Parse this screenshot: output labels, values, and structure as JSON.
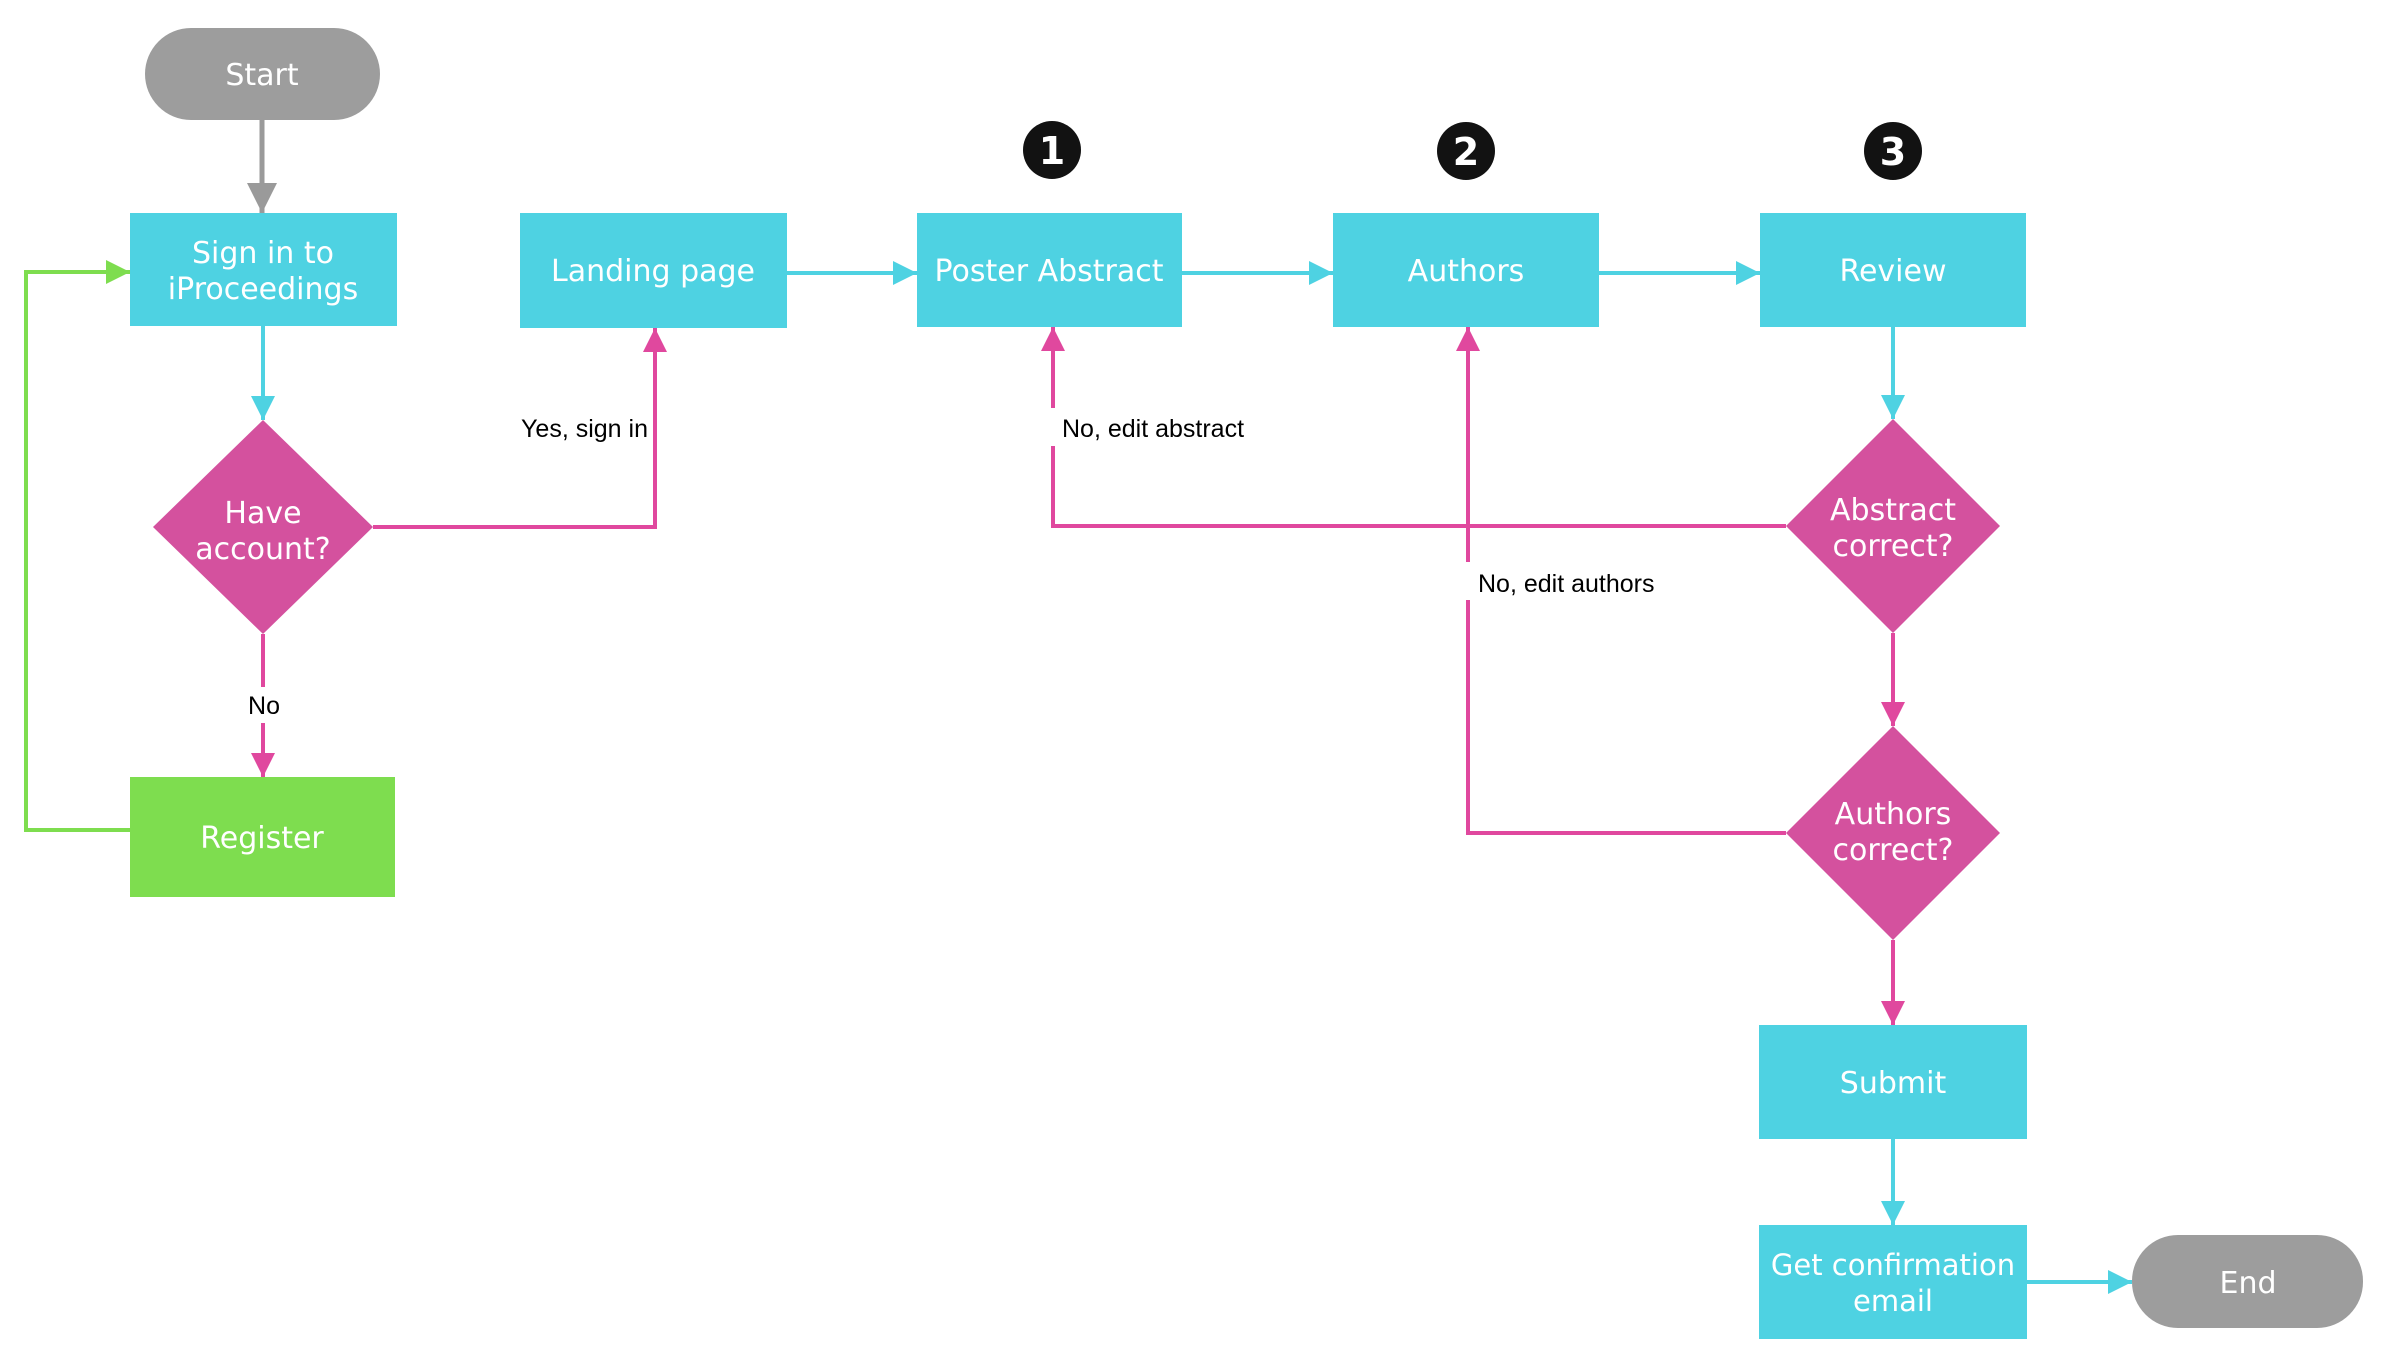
{
  "diagram": {
    "type": "flowchart",
    "colors": {
      "process": "#4ed2e2",
      "decision": "#d4519e",
      "terminator": "#9d9d9d",
      "register": "#7edd4f",
      "badge": "#121212",
      "edge_cyan": "#4ed2e2",
      "edge_pink": "#e0489e",
      "edge_green": "#7edd4f",
      "edge_gray": "#9a9a9a",
      "node_text": "#ffffff",
      "label_text": "#000000"
    },
    "nodes": {
      "start": {
        "label": "Start"
      },
      "signin": {
        "line1": "Sign in to",
        "line2": "iProceedings"
      },
      "have_account": {
        "line1": "Have",
        "line2": "account?"
      },
      "register": {
        "label": "Register"
      },
      "landing": {
        "label": "Landing page"
      },
      "poster_abstract": {
        "label": "Poster Abstract",
        "badge": "1"
      },
      "authors": {
        "label": "Authors",
        "badge": "2"
      },
      "review": {
        "label": "Review",
        "badge": "3"
      },
      "abstract_correct": {
        "line1": "Abstract",
        "line2": "correct?"
      },
      "authors_correct": {
        "line1": "Authors",
        "line2": "correct?"
      },
      "submit": {
        "label": "Submit"
      },
      "confirmation": {
        "line1": "Get confirmation",
        "line2": "email"
      },
      "end": {
        "label": "End"
      }
    },
    "edge_labels": {
      "yes_sign_in": "Yes, sign in",
      "no": "No",
      "no_edit_abstract": "No, edit abstract",
      "no_edit_authors": "No, edit authors"
    }
  }
}
